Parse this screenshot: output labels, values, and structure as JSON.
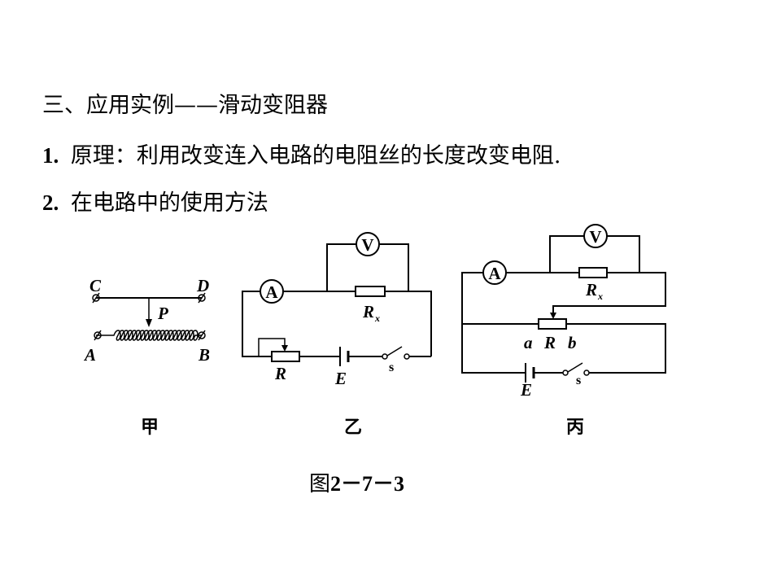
{
  "heading": "三、应用实例——滑动变阻器",
  "item1": {
    "num": "1",
    "sep": ".",
    "text": "原理：利用改变连入电路的电阻丝的长度改变电阻."
  },
  "item2": {
    "num": "2",
    "sep": ".",
    "text": "在电路中的使用方法"
  },
  "panels": {
    "jia": {
      "caption": "甲",
      "labels": {
        "C": "C",
        "D": "D",
        "P": "P",
        "A": "A",
        "B": "B"
      }
    },
    "yi": {
      "caption": "乙",
      "labels": {
        "V": "V",
        "A": "A",
        "Rx": "R",
        "Rx_sub": "x",
        "R": "R",
        "E": "E",
        "s": "s"
      }
    },
    "bing": {
      "caption": "丙",
      "labels": {
        "V": "V",
        "A": "A",
        "Rx": "R",
        "Rx_sub": "x",
        "a": "a",
        "R": "R",
        "b": "b",
        "E": "E",
        "s": "s"
      }
    }
  },
  "figure_caption": {
    "prefix": "图",
    "number": "2－7－3"
  }
}
